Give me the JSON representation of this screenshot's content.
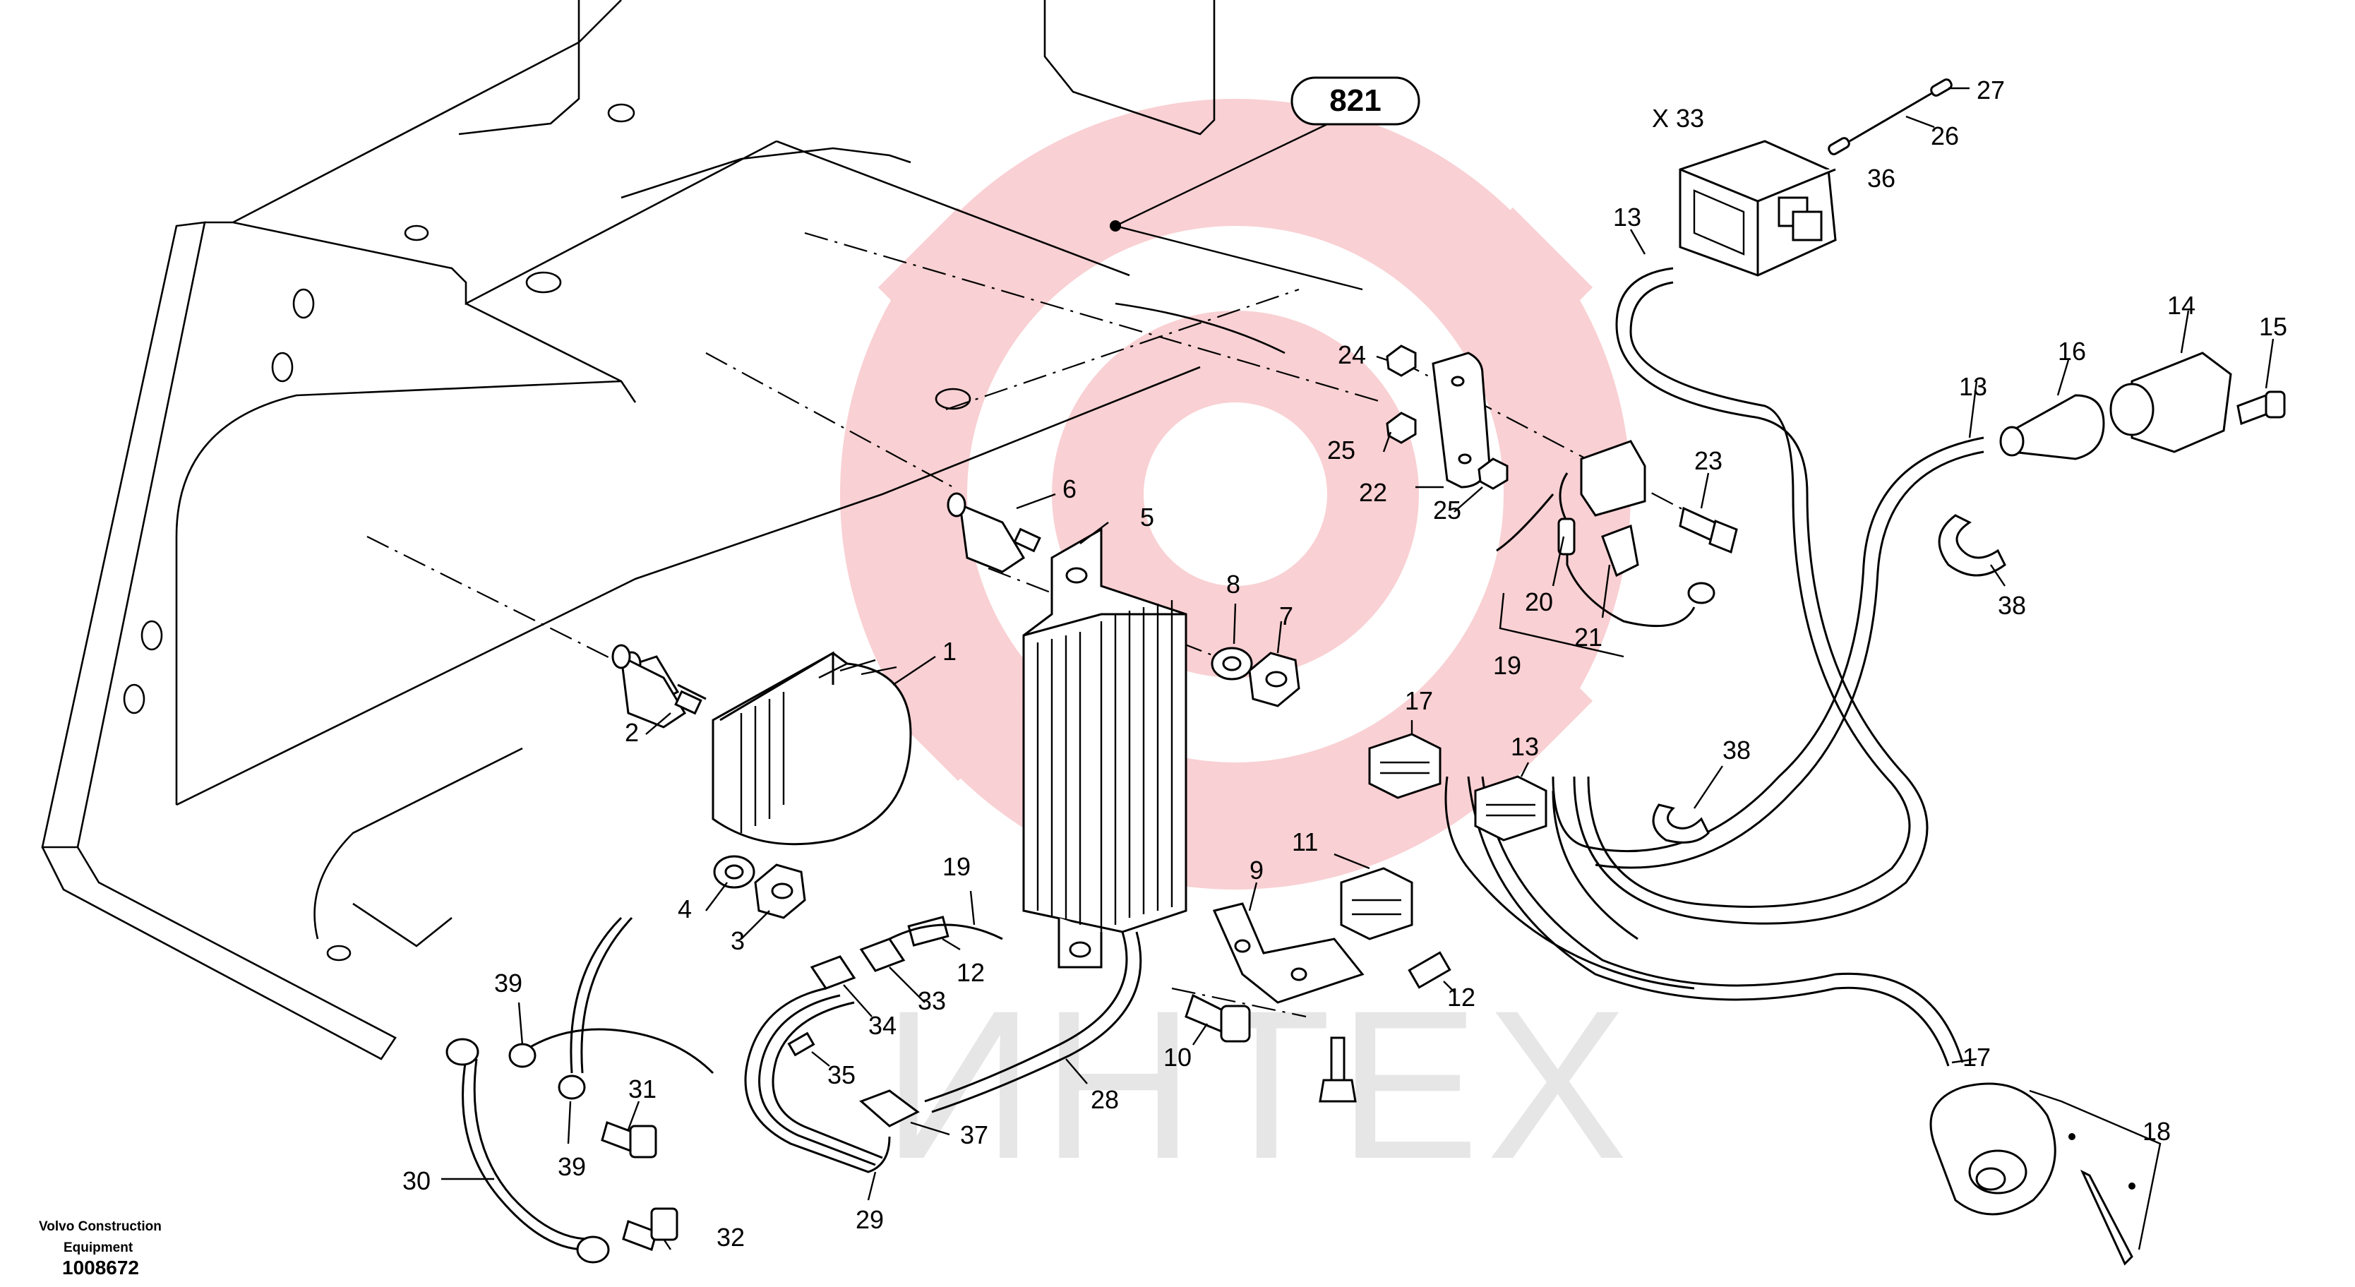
{
  "diagram": {
    "ref_badge": "821",
    "connector_label": "X 33",
    "callouts": [
      {
        "id": "c1",
        "text": "1"
      },
      {
        "id": "c2",
        "text": "2"
      },
      {
        "id": "c3",
        "text": "3"
      },
      {
        "id": "c4",
        "text": "4"
      },
      {
        "id": "c5",
        "text": "5"
      },
      {
        "id": "c6",
        "text": "6"
      },
      {
        "id": "c7",
        "text": "7"
      },
      {
        "id": "c8",
        "text": "8"
      },
      {
        "id": "c9",
        "text": "9"
      },
      {
        "id": "c10",
        "text": "10"
      },
      {
        "id": "c11",
        "text": "11"
      },
      {
        "id": "c12a",
        "text": "12"
      },
      {
        "id": "c12b",
        "text": "12"
      },
      {
        "id": "c13a",
        "text": "13"
      },
      {
        "id": "c13b",
        "text": "13"
      },
      {
        "id": "c13c",
        "text": "13"
      },
      {
        "id": "c14",
        "text": "14"
      },
      {
        "id": "c15",
        "text": "15"
      },
      {
        "id": "c16",
        "text": "16"
      },
      {
        "id": "c17a",
        "text": "17"
      },
      {
        "id": "c17b",
        "text": "17"
      },
      {
        "id": "c18",
        "text": "18"
      },
      {
        "id": "c19a",
        "text": "19"
      },
      {
        "id": "c19b",
        "text": "19"
      },
      {
        "id": "c20",
        "text": "20"
      },
      {
        "id": "c21",
        "text": "21"
      },
      {
        "id": "c22",
        "text": "22"
      },
      {
        "id": "c23",
        "text": "23"
      },
      {
        "id": "c24",
        "text": "24"
      },
      {
        "id": "c25a",
        "text": "25"
      },
      {
        "id": "c25b",
        "text": "25"
      },
      {
        "id": "c26",
        "text": "26"
      },
      {
        "id": "c27",
        "text": "27"
      },
      {
        "id": "c28",
        "text": "28"
      },
      {
        "id": "c29",
        "text": "29"
      },
      {
        "id": "c30",
        "text": "30"
      },
      {
        "id": "c31",
        "text": "31"
      },
      {
        "id": "c32",
        "text": "32"
      },
      {
        "id": "c33",
        "text": "33"
      },
      {
        "id": "c34",
        "text": "34"
      },
      {
        "id": "c35",
        "text": "35"
      },
      {
        "id": "c36",
        "text": "36"
      },
      {
        "id": "c37",
        "text": "37"
      },
      {
        "id": "c38a",
        "text": "38"
      },
      {
        "id": "c38b",
        "text": "38"
      },
      {
        "id": "c39a",
        "text": "39"
      },
      {
        "id": "c39b",
        "text": "39"
      }
    ]
  },
  "footer": {
    "company_line1": "Volvo Construction",
    "company_line2": "Equipment",
    "drawing_number": "1008672"
  },
  "watermark": {
    "text": "ИНТЕХ",
    "logo_icon": "gear-logo-icon",
    "color": "#f8c8cc"
  }
}
